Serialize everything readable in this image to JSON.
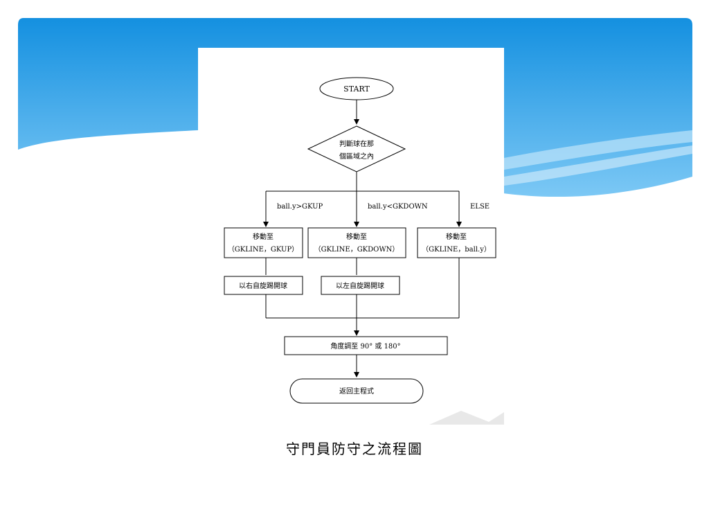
{
  "slide": {
    "caption": "守門員防守之流程圖",
    "colors": {
      "banner_top": "#1a8fdf",
      "banner_bottom": "#7cc8f4",
      "wave_light": "#bfe4fa"
    }
  },
  "flowchart": {
    "start": "START",
    "decision_line1": "判斷球在那",
    "decision_line2": "個區域之內",
    "branches": [
      {
        "condition": "ball.y>GKUP",
        "action_line1": "移動至",
        "action_line2": "（GKLINE，GKUP）",
        "kick": "以右自旋踢開球"
      },
      {
        "condition": "ball.y<GKDOWN",
        "action_line1": "移動至",
        "action_line2": "（GKLINE，GKDOWN）",
        "kick": "以左自旋踢開球"
      },
      {
        "condition": "ELSE",
        "action_line1": "移動至",
        "action_line2": "（GKLINE，ball.y）"
      }
    ],
    "angle": "角度調至 90°  或 180°",
    "return": "返回主程式"
  }
}
